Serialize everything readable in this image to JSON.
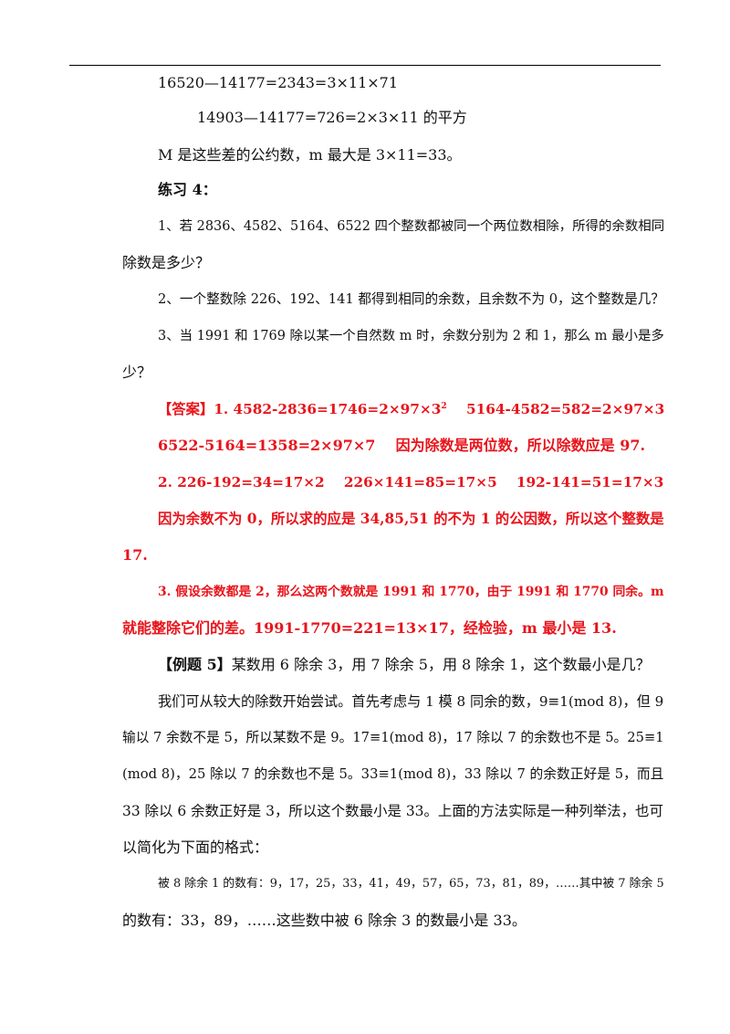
{
  "document": {
    "lines": [
      "16520—14177=2343=3×11×71",
      "14903—14177=726=2×3×11 的平方",
      "M 是这些差的公约数，m 最大是 3×11=33。",
      "练习 4：",
      "1、若 2836、4582、5164、6522 四个整数都被同一个两位数相除，所得的余数相同",
      "除数是多少？",
      "2、一个整数除 226、192、141 都得到相同的余数，且余数不为 0，这个整数是几？",
      "3、当 1991 和 1769 除以某一个自然数 m 时，余数分别为 2 和 1，那么 m 最小是多",
      "少？"
    ],
    "answer": {
      "line1_pre": "【答案】1. 4582-2836=1746=2×97×3",
      "line1_sup": "2",
      "line1_post": "    5164-4582=582=2×97×3",
      "line2": "6522-5164=1358=2×97×7    因为除数是两位数，所以除数应是 97.",
      "line3": "2. 226-192=34=17×2    226×141=85=17×5    192-141=51=17×3",
      "line4": "因为余数不为 0，所以求的应是 34,85,51 的不为 1 的公因数，所以这个整数是",
      "line5": "17.",
      "line6": "3. 假设余数都是 2，那么这两个数就是 1991 和 1770，由于 1991 和 1770 同余。m",
      "line7": "就能整除它们的差。1991-1770=221=13×17，经检验，m 最小是 13."
    },
    "example5": {
      "label": "【例题 5】",
      "question": "某数用 6 除余 3，用 7 除余 5，用 8 除余 1，这个数最小是几？"
    },
    "solution": [
      "我们可从较大的除数开始尝试。首先考虑与 1 模 8 同余的数，9≡1(mod 8)，但 9",
      "输以 7 余数不是 5，所以某数不是 9。17≡1(mod 8)，17 除以 7 的余数也不是 5。25≡1",
      "(mod 8)，25 除以 7 的余数也不是 5。33≡1(mod 8)，33 除以 7 的余数正好是 5，而且",
      "33 除以 6 余数正好是 3，所以这个数最小是 33。上面的方法实际是一种列举法，也可",
      "以简化为下面的格式：",
      "被 8 除余 1 的数有：9，17，25，33，41，49，57，65，73，81，89，……其中被 7 除余 5",
      "的数有：33，89，……这些数中被 6 除余 3 的数最小是 33。"
    ]
  }
}
